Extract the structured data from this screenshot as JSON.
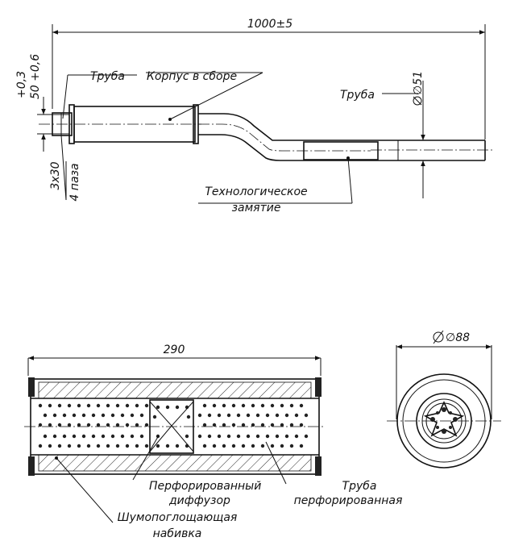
{
  "dimensions": {
    "total_length": "1000±5",
    "pipe_diameter": "∅51",
    "body_length": "290",
    "body_diameter": "∅88",
    "flange_size": "50 +0,6",
    "flange_tol": "+0,3",
    "slots_a": "3x30",
    "slots_b": "4 паза"
  },
  "labels": {
    "pipe_left": "Труба",
    "body_assembly": "Корпус в сборе",
    "pipe_right": "Труба",
    "tech_clamp_1": "Технологическое",
    "tech_clamp_2": "замятие",
    "perf_diffuser_1": "Перфорированный",
    "perf_diffuser_2": "диффузор",
    "perf_pipe_1": "Труба",
    "perf_pipe_2": "перфорированная",
    "packing_1": "Шумопоглощающая",
    "packing_2": "набивка"
  }
}
